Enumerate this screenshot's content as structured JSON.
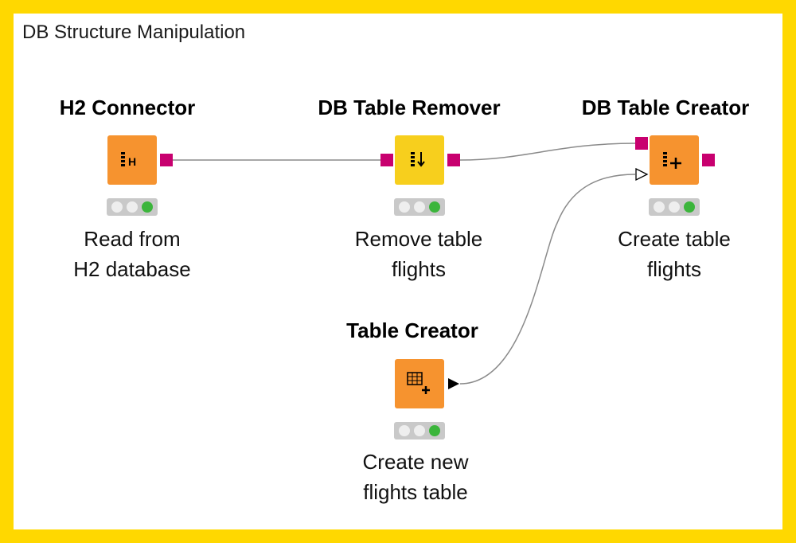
{
  "workflow": {
    "annotation_title": "DB Structure Manipulation",
    "frame_color": "#ffd800",
    "nodes": {
      "h2_connector": {
        "title": "H2 Connector",
        "description_line1": "Read from",
        "description_line2": "H2 database",
        "color": "#f6932f",
        "status": "executed"
      },
      "db_table_remover": {
        "title": "DB Table Remover",
        "description_line1": "Remove table",
        "description_line2": "flights",
        "color": "#f7cf1d",
        "status": "executed"
      },
      "db_table_creator": {
        "title": "DB Table Creator",
        "description_line1": "Create table",
        "description_line2": "flights",
        "color": "#f6932f",
        "status": "executed"
      },
      "table_creator": {
        "title": "Table Creator",
        "description_line1": "Create new",
        "description_line2": "flights table",
        "color": "#f6932f",
        "status": "executed"
      }
    },
    "colors": {
      "db_port": "#c8006f",
      "status_green": "#3bb53b",
      "connection": "#888888"
    },
    "icons": {
      "h2_connector": "db-connector-h2-icon",
      "db_table_remover": "db-table-remove-icon",
      "db_table_creator": "db-table-create-icon",
      "table_creator": "table-grid-add-icon"
    }
  }
}
